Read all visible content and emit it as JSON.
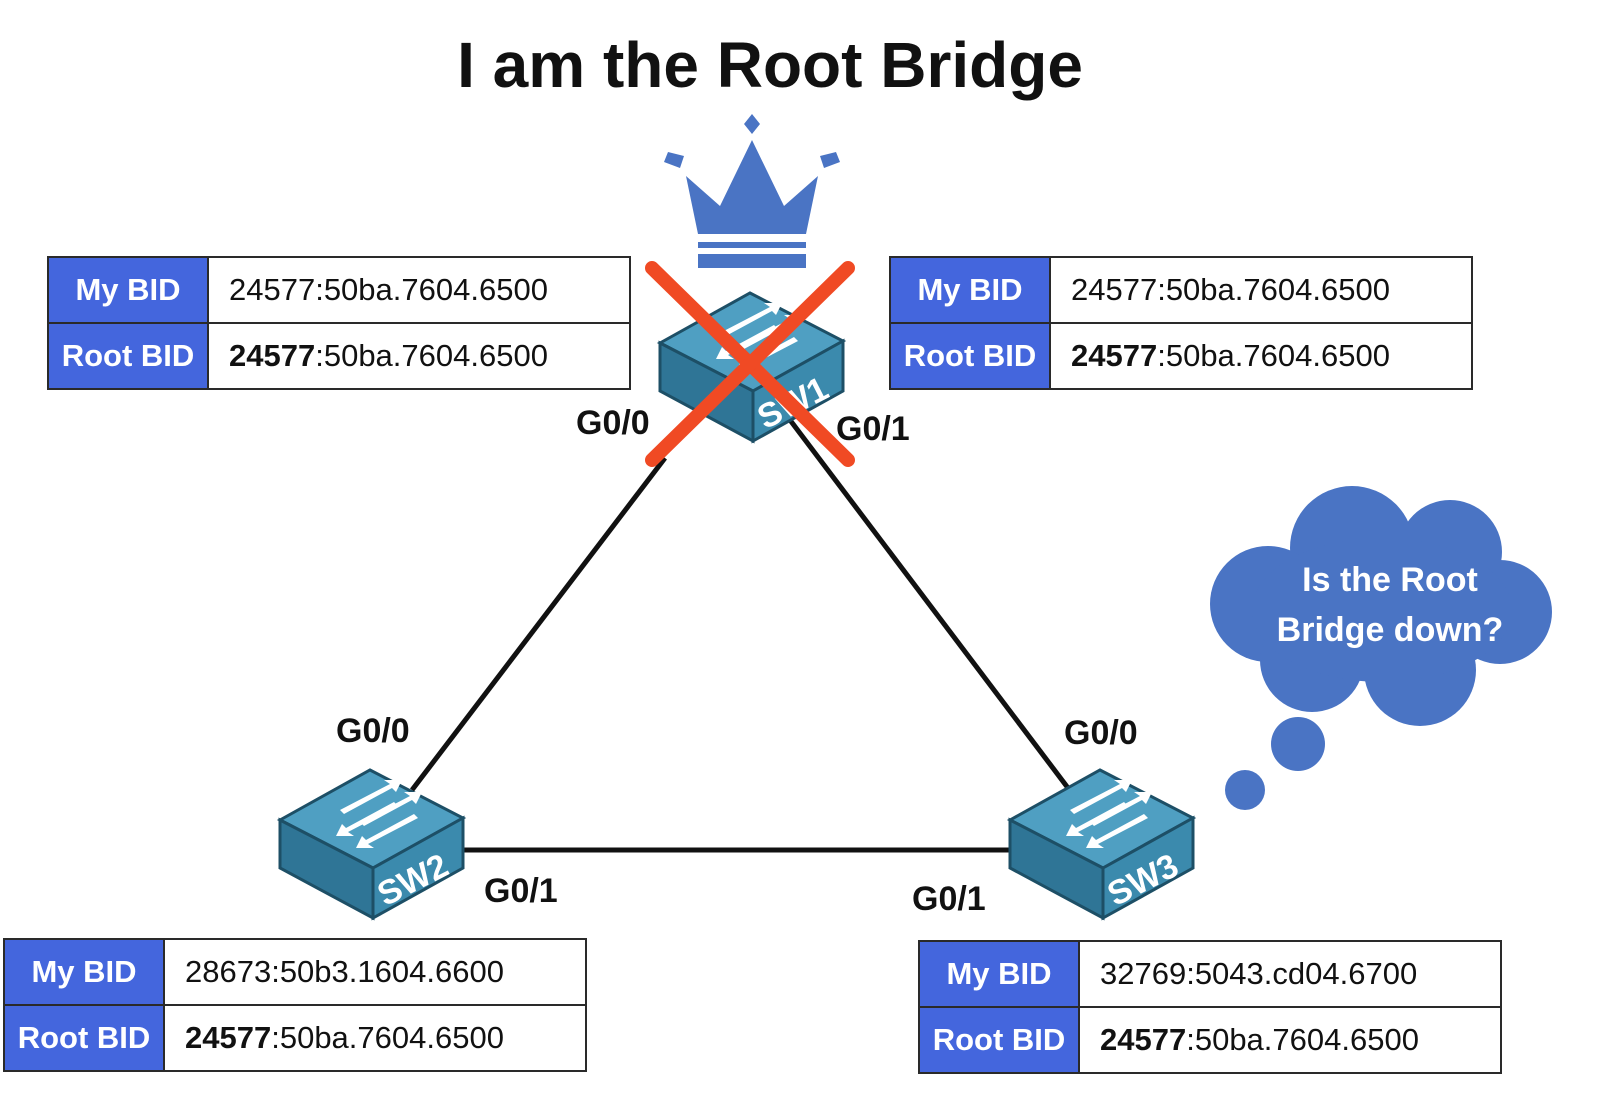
{
  "title": "I am the Root Bridge",
  "colors": {
    "accent": "#4466dd",
    "switch": "#3f87a8",
    "cross": "#f04a24",
    "crown": "#4a74c4"
  },
  "switches": [
    {
      "name": "SW1",
      "icon": "switch-icon",
      "crossed": true
    },
    {
      "name": "SW2",
      "icon": "switch-icon"
    },
    {
      "name": "SW3",
      "icon": "switch-icon"
    }
  ],
  "ports": {
    "sw1_left": "G0/0",
    "sw1_right": "G0/1",
    "sw2_top": "G0/0",
    "sw2_right": "G0/1",
    "sw3_top": "G0/0",
    "sw3_left": "G0/1"
  },
  "tables": {
    "sw1_left": {
      "my_label": "My BID",
      "my_value": "24577:50ba.7604.6500",
      "root_label": "Root BID",
      "root_prio": "24577",
      "root_mac": ":50ba.7604.6500"
    },
    "sw1_right": {
      "my_label": "My BID",
      "my_value": "24577:50ba.7604.6500",
      "root_label": "Root BID",
      "root_prio": "24577",
      "root_mac": ":50ba.7604.6500"
    },
    "sw2": {
      "my_label": "My BID",
      "my_value": "28673:50b3.1604.6600",
      "root_label": "Root BID",
      "root_prio": "24577",
      "root_mac": ":50ba.7604.6500"
    },
    "sw3": {
      "my_label": "My BID",
      "my_value": "32769:5043.cd04.6700",
      "root_label": "Root BID",
      "root_prio": "24577",
      "root_mac": ":50ba.7604.6500"
    }
  },
  "thought": {
    "line1": "Is the Root",
    "line2": "Bridge down?"
  }
}
